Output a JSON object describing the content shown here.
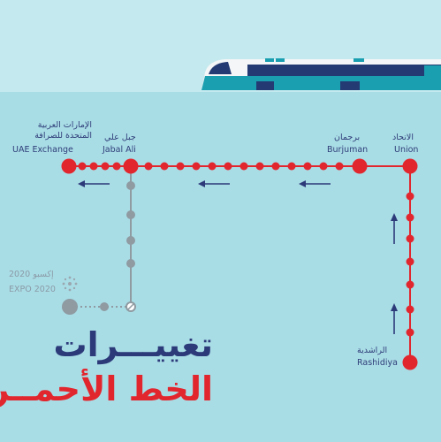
{
  "colors": {
    "red_line": "#e2262e",
    "grey_line": "#8f9aa1",
    "navy": "#2c3a79",
    "water": "#a9dde6",
    "sky": "#c4e9ef"
  },
  "stations": {
    "uae_exchange": {
      "ar_1": "الإمارات العربية",
      "ar_2": "المتحدة للصرافة",
      "en": "UAE Exchange"
    },
    "jabal_ali": {
      "ar": "جبل علي",
      "en": "Jabal Ali"
    },
    "burjuman": {
      "ar": "برجمان",
      "en": "Burjuman"
    },
    "union": {
      "ar": "الاتحاد",
      "en": "Union"
    },
    "rashidiya": {
      "ar": "الراشدية",
      "en": "Rashidiya"
    },
    "expo": {
      "ar": "إكسبو 2020",
      "en": "EXPO 2020"
    }
  },
  "title": {
    "line1": "تغييـــرات",
    "line2": "الخط الأحمــر"
  },
  "icons": [
    "metro-train-icon",
    "expo-logo-icon",
    "direction-arrow-icon"
  ]
}
